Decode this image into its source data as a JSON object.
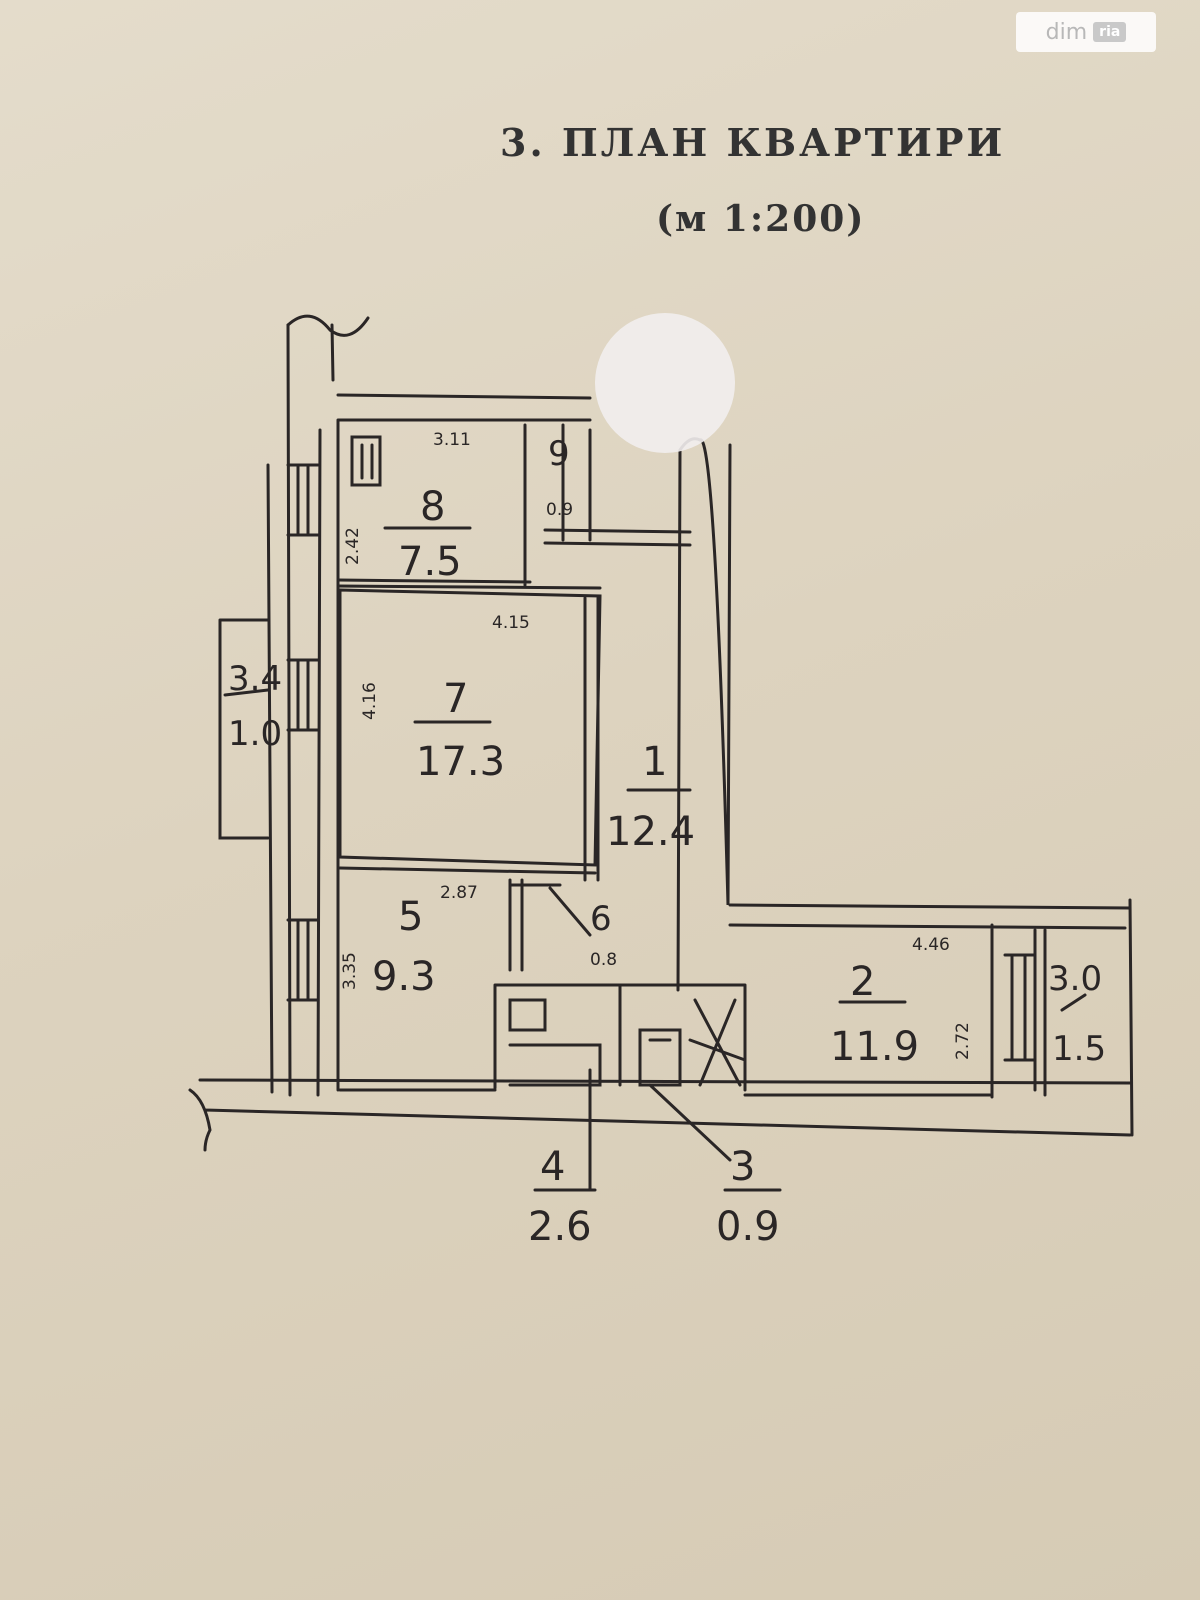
{
  "watermark": {
    "text": "dim",
    "badge": "ria"
  },
  "header": {
    "title": "3. ПЛАН КВАРТИРИ",
    "scale": "(м 1:200)"
  },
  "rooms": [
    {
      "number": "1",
      "area": "12.4"
    },
    {
      "number": "2",
      "area": "11.9"
    },
    {
      "number": "3",
      "area": "0.9"
    },
    {
      "number": "4",
      "area": "2.6"
    },
    {
      "number": "5",
      "area": "9.3"
    },
    {
      "number": "6",
      "area": "0.8"
    },
    {
      "number": "7",
      "area": "17.3"
    },
    {
      "number": "8",
      "area": "7.5"
    },
    {
      "number": "9",
      "area": "0.9"
    }
  ],
  "balconies": [
    {
      "top": "3.4",
      "bottom": "1.0"
    },
    {
      "top": "3.0",
      "bottom": "1.5"
    }
  ],
  "dimensions": {
    "room8_width": "3.11",
    "room8_height": "2.42",
    "room7_width": "4.15",
    "room7_height": "4.16",
    "room5_width": "2.87",
    "room5_height": "3.35",
    "room2_width": "4.46",
    "room2_height": "2.72"
  },
  "colors": {
    "ink": "#2a2626",
    "wall_fill": "#dcc5b6",
    "paper": "#e0d7c4"
  }
}
